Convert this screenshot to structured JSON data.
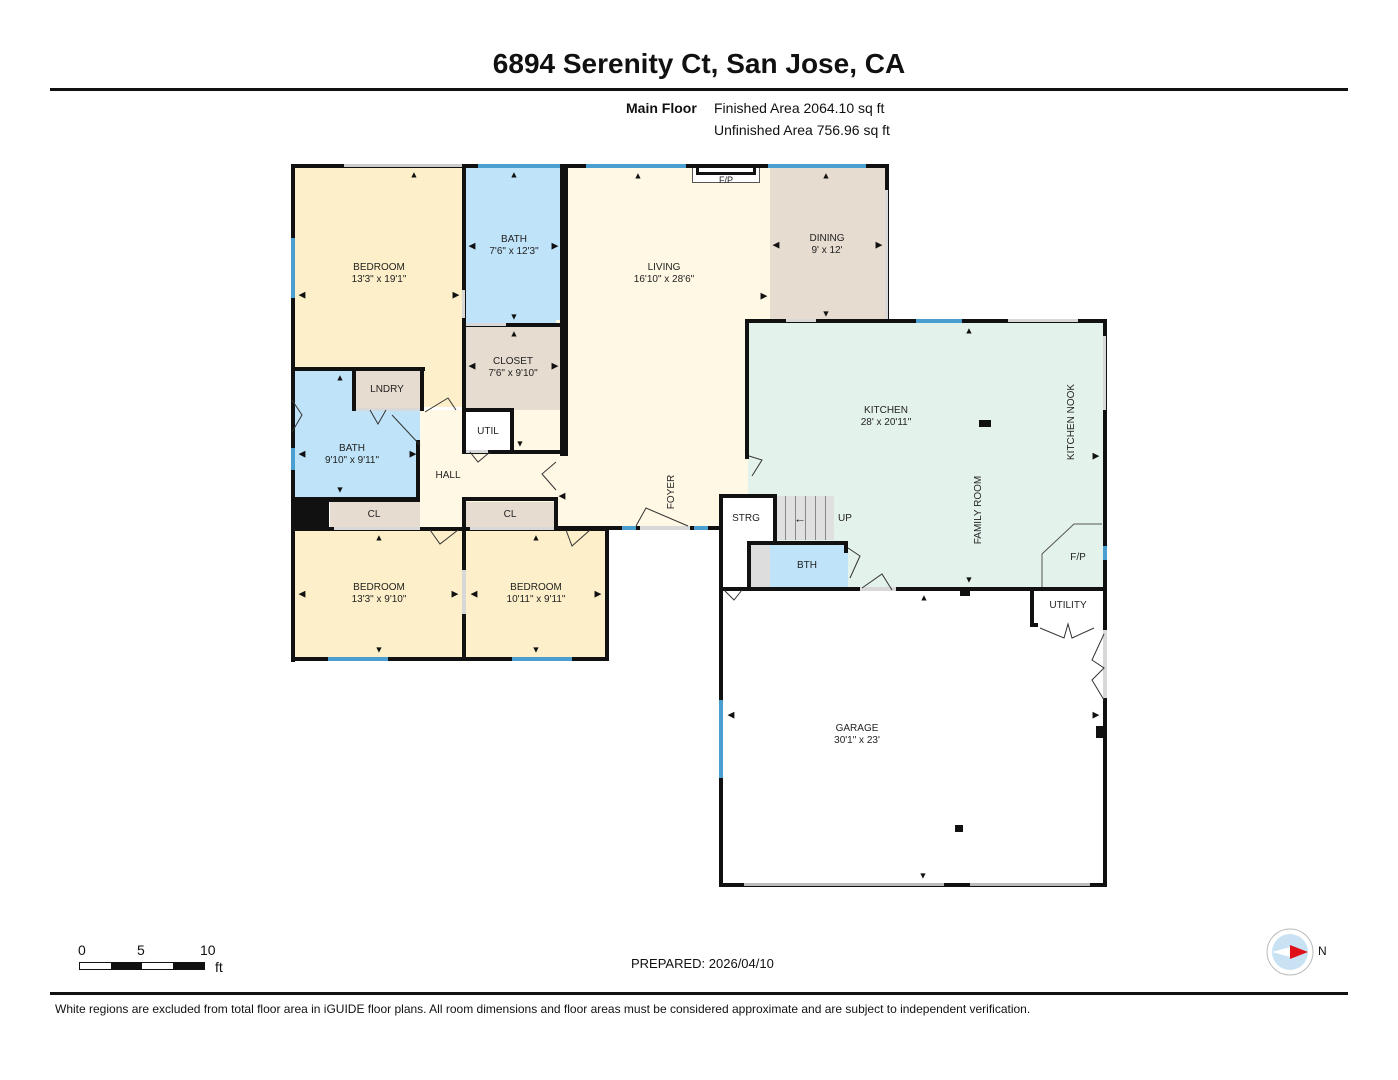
{
  "header": {
    "title": "6894 Serenity Ct, San Jose, CA",
    "floor_name": "Main Floor",
    "finished_area": "Finished Area 2064.10 sq ft",
    "unfinished_area": "Unfinished Area 756.96 sq ft"
  },
  "rooms": {
    "bedroom1": {
      "name": "BEDROOM",
      "dims": "13'3\" x 19'1\""
    },
    "bath1": {
      "name": "BATH",
      "dims": "7'6\" x 12'3\""
    },
    "living": {
      "name": "LIVING",
      "dims": "16'10\" x 28'6\""
    },
    "dining": {
      "name": "DINING",
      "dims": "9' x 12'"
    },
    "closet": {
      "name": "CLOSET",
      "dims": "7'6\" x 9'10\""
    },
    "lndry": {
      "name": "LNDRY"
    },
    "util": {
      "name": "UTIL"
    },
    "bath2": {
      "name": "BATH",
      "dims": "9'10\" x 9'11\""
    },
    "hall": {
      "name": "HALL"
    },
    "cl1": {
      "name": "CL"
    },
    "cl2": {
      "name": "CL"
    },
    "bedroom2": {
      "name": "BEDROOM",
      "dims": "13'3\" x 9'10\""
    },
    "bedroom3": {
      "name": "BEDROOM",
      "dims": "10'11\" x 9'11\""
    },
    "foyer": {
      "name": "FOYER"
    },
    "kitchen": {
      "name": "KITCHEN",
      "dims": "28' x 20'11\""
    },
    "kitchen_nook": {
      "name": "KITCHEN NOOK"
    },
    "family_room": {
      "name": "FAMILY ROOM"
    },
    "strg": {
      "name": "STRG"
    },
    "stairs": {
      "name": "UP"
    },
    "bth": {
      "name": "BTH"
    },
    "fireplace_living": {
      "name": "F/P"
    },
    "fireplace_family": {
      "name": "F/P"
    },
    "utility": {
      "name": "UTILITY"
    },
    "garage": {
      "name": "GARAGE",
      "dims": "30'1\" x 23'"
    }
  },
  "scale_bar": {
    "tick0": "0",
    "tick1": "5",
    "tick2": "10",
    "unit": "ft"
  },
  "prepared": "PREPARED: 2026/04/10",
  "compass": {
    "label": "N"
  },
  "footer": {
    "disclaimer": "White regions are excluded from total floor area in iGUIDE floor plans. All room dimensions and floor areas must be considered approximate and are subject to independent verification."
  },
  "colors": {
    "bedroom": "#fdefc9",
    "bath": "#bfe3f8",
    "closet": "#e6dccf",
    "living": "#fef8e4",
    "kitchen": "#e4f2ec",
    "window": "#4a9fd0",
    "wall": "#111111"
  }
}
